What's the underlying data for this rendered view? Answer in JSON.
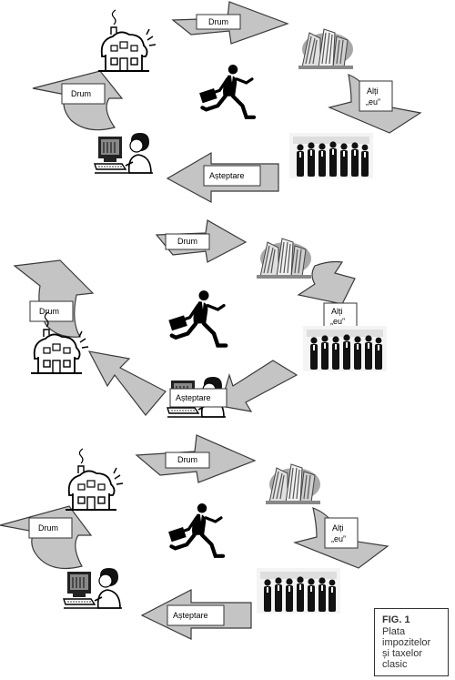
{
  "labels": {
    "drum": "Drum",
    "alti": "Alți",
    "eu": "„eu”",
    "asteptare": "Așteptare"
  },
  "caption": {
    "fig": "FIG. 1",
    "lines": [
      "Plata",
      "impozitelor",
      "și taxelor",
      "clasic"
    ]
  },
  "colors": {
    "arrow_fill": "#c4c4c4",
    "arrow_stroke": "#3a3a3a",
    "label_box": "#ffffff"
  },
  "icons": [
    "house-icon",
    "buildings-icon",
    "running-businessman-icon",
    "clerk-at-computer-icon",
    "group-of-people-icon"
  ]
}
